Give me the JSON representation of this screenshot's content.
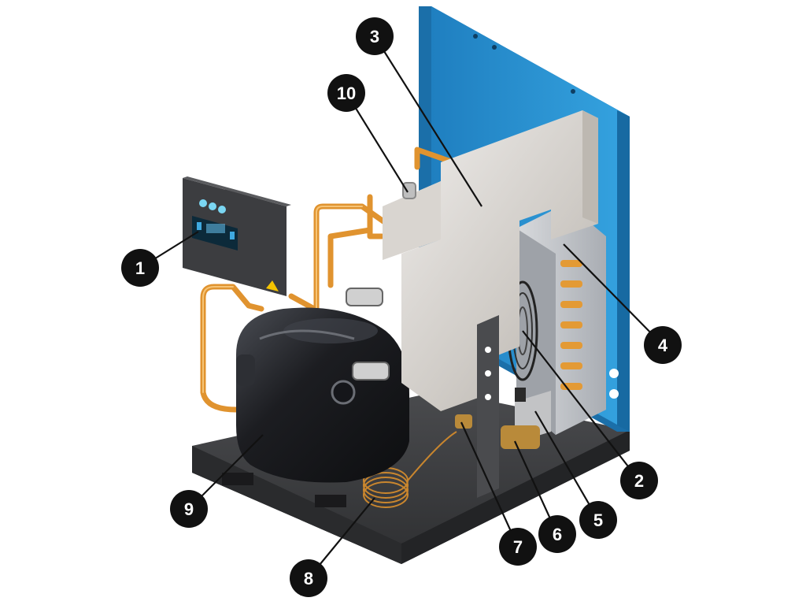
{
  "diagram": {
    "callouts": [
      {
        "id": "1",
        "label": "1"
      },
      {
        "id": "2",
        "label": "2"
      },
      {
        "id": "3",
        "label": "3"
      },
      {
        "id": "4",
        "label": "4"
      },
      {
        "id": "5",
        "label": "5"
      },
      {
        "id": "6",
        "label": "6"
      },
      {
        "id": "7",
        "label": "7"
      },
      {
        "id": "8",
        "label": "8"
      },
      {
        "id": "9",
        "label": "9"
      },
      {
        "id": "10",
        "label": "10"
      }
    ]
  },
  "colors": {
    "panel_blue": "#2a8fcf",
    "pipe_copper": "#e0932f",
    "heat_exchanger": "#d4d0cc",
    "base_plate": "#3a3a3c",
    "compressor": "#1e1f22",
    "callout_fill": "#111111"
  }
}
